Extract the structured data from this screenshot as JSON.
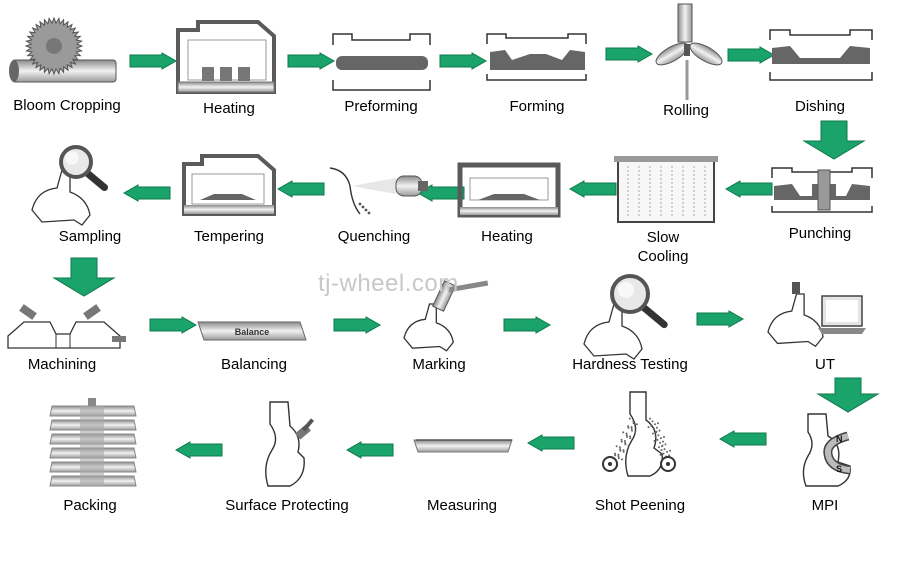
{
  "watermark": "tj-wheel.com",
  "arrow_color": "#1aa36a",
  "steps": [
    {
      "label": "Bloom Cropping",
      "icon": "saw-blade-bar-icon"
    },
    {
      "label": "Heating",
      "icon": "furnace-icon"
    },
    {
      "label": "Preforming",
      "icon": "preform-die-icon"
    },
    {
      "label": "Forming",
      "icon": "forming-die-icon"
    },
    {
      "label": "Rolling",
      "icon": "rolling-mill-icon"
    },
    {
      "label": "Dishing",
      "icon": "dishing-die-icon"
    },
    {
      "label": "Punching",
      "icon": "punching-die-icon"
    },
    {
      "label": "Slow\nCooling",
      "icon": "cooling-chamber-icon"
    },
    {
      "label": "Heating",
      "icon": "furnace-icon"
    },
    {
      "label": "Quenching",
      "icon": "spray-nozzle-icon"
    },
    {
      "label": "Tempering",
      "icon": "furnace-icon"
    },
    {
      "label": "Sampling",
      "icon": "magnifier-wheel-icon"
    },
    {
      "label": "Machining",
      "icon": "lathe-tools-icon"
    },
    {
      "label": "Balancing",
      "icon": "balance-plate-icon",
      "caption": "Balance"
    },
    {
      "label": "Marking",
      "icon": "marking-hammer-icon"
    },
    {
      "label": "Hardness Testing",
      "icon": "magnifier-wheel-icon"
    },
    {
      "label": "UT",
      "icon": "ultrasonic-laptop-icon"
    },
    {
      "label": "MPI",
      "icon": "magnet-wheel-icon",
      "magnet_n": "N",
      "magnet_s": "S"
    },
    {
      "label": "Shot Peening",
      "icon": "shot-peening-icon"
    },
    {
      "label": "Measuring",
      "icon": "measuring-plate-icon"
    },
    {
      "label": "Surface Protecting",
      "icon": "paint-brush-wheel-icon"
    },
    {
      "label": "Packing",
      "icon": "stacked-wheels-icon"
    }
  ]
}
